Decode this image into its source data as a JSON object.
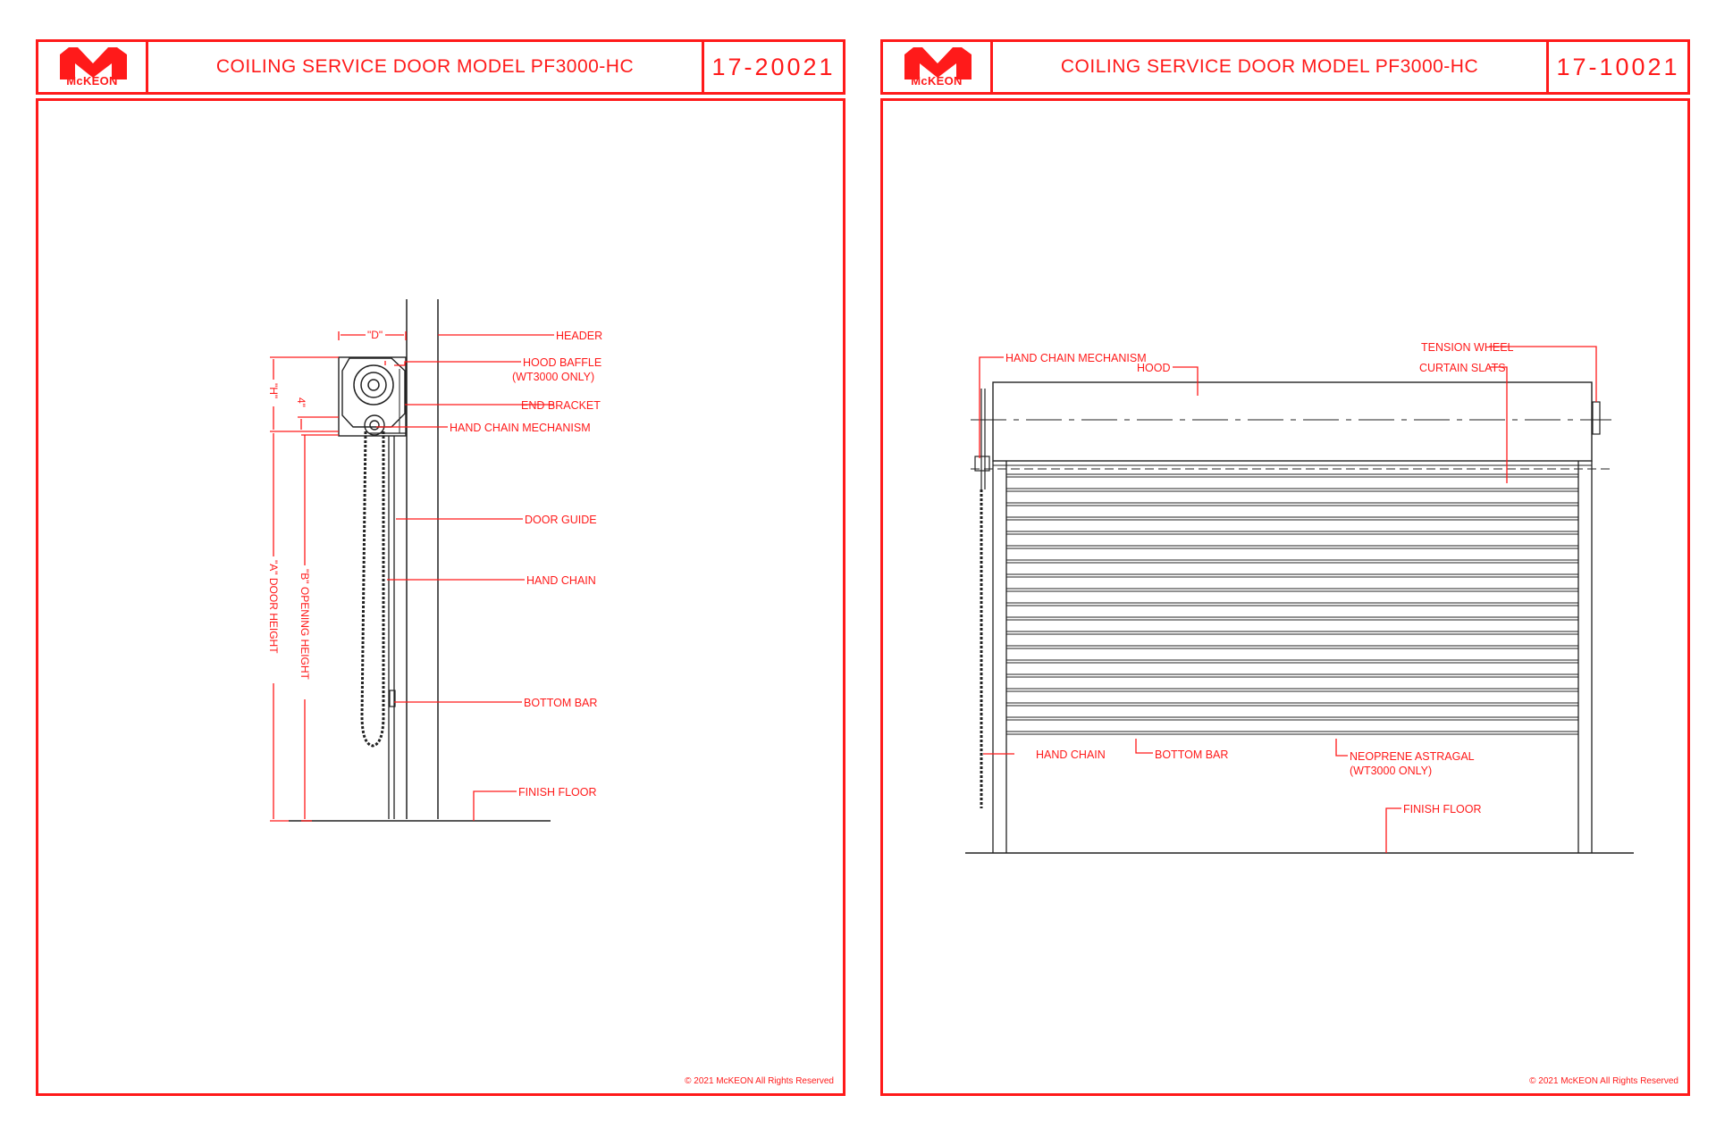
{
  "sheets": [
    {
      "logo": "McKEON",
      "title": "COILING SERVICE DOOR MODEL PF3000-HC",
      "drawing_number": "17-20021",
      "copyright": "© 2021 McKEON All Rights Reserved",
      "labels": {
        "header": "HEADER",
        "hood_baffle": "HOOD BAFFLE",
        "hood_baffle_note": "(WT3000 ONLY)",
        "end_bracket": "END BRACKET",
        "hand_chain_mechanism": "HAND CHAIN MECHANISM",
        "door_guide": "DOOR GUIDE",
        "hand_chain": "HAND CHAIN",
        "bottom_bar": "BOTTOM BAR",
        "finish_floor": "FINISH FLOOR"
      },
      "dimensions": {
        "d": "\"D\"",
        "h": "\"H\"",
        "four_inch": "4\"",
        "a": "\"A\" DOOR HEIGHT",
        "b": "\"B\" OPENING HEIGHT"
      }
    },
    {
      "logo": "McKEON",
      "title": "COILING SERVICE DOOR MODEL PF3000-HC",
      "drawing_number": "17-10021",
      "copyright": "© 2021 McKEON All Rights Reserved",
      "labels": {
        "hand_chain_mechanism": "HAND CHAIN MECHANISM",
        "hood": "HOOD",
        "tension_wheel": "TENSION WHEEL",
        "curtain_slats": "CURTAIN SLATS",
        "hand_chain": "HAND CHAIN",
        "bottom_bar": "BOTTOM BAR",
        "neoprene_astragal": "NEOPRENE ASTRAGAL",
        "neoprene_note": "(WT3000 ONLY)",
        "finish_floor": "FINISH FLOOR"
      }
    }
  ],
  "colors": {
    "accent": "#ff1a1a",
    "linework": "#222222"
  }
}
